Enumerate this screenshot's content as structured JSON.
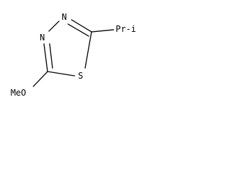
{
  "structure": {
    "atoms": {
      "n_top": "N",
      "n_left": "N",
      "s_ring": "S",
      "methoxy": "MeO",
      "isopropyl": "Pr-i"
    }
  }
}
